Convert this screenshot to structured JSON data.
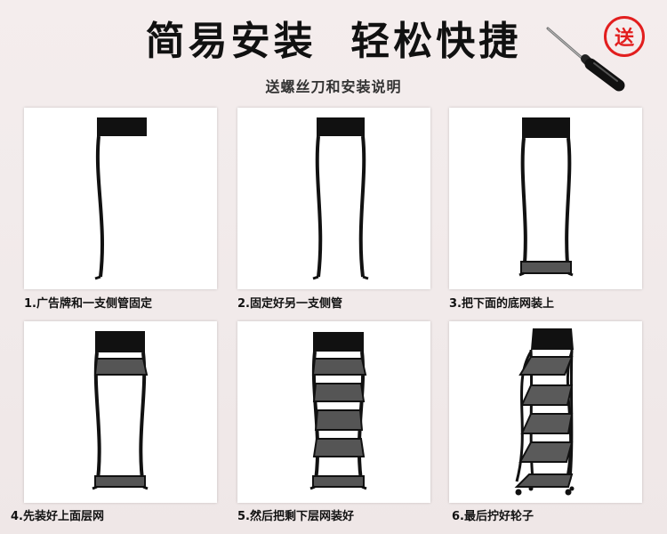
{
  "header": {
    "title": "简易安装  轻松快捷",
    "subtitle": "送螺丝刀和安装说明",
    "badge": "送"
  },
  "steps": [
    {
      "caption": "1.广告牌和一支侧管固定"
    },
    {
      "caption": "2.固定好另一支侧管"
    },
    {
      "caption": "3.把下面的底网装上"
    },
    {
      "caption": "4.先装好上面层网"
    },
    {
      "caption": "5.然后把剩下层网装好"
    },
    {
      "caption": "6.最后拧好轮子"
    }
  ],
  "colors": {
    "accent": "#e21e1e",
    "frame": "#111111",
    "mesh": "#555555",
    "panel_bg": "#ffffff",
    "page_bg": "#f2ebeb"
  },
  "icons": [
    "screwdriver-icon",
    "gift-badge-icon"
  ]
}
